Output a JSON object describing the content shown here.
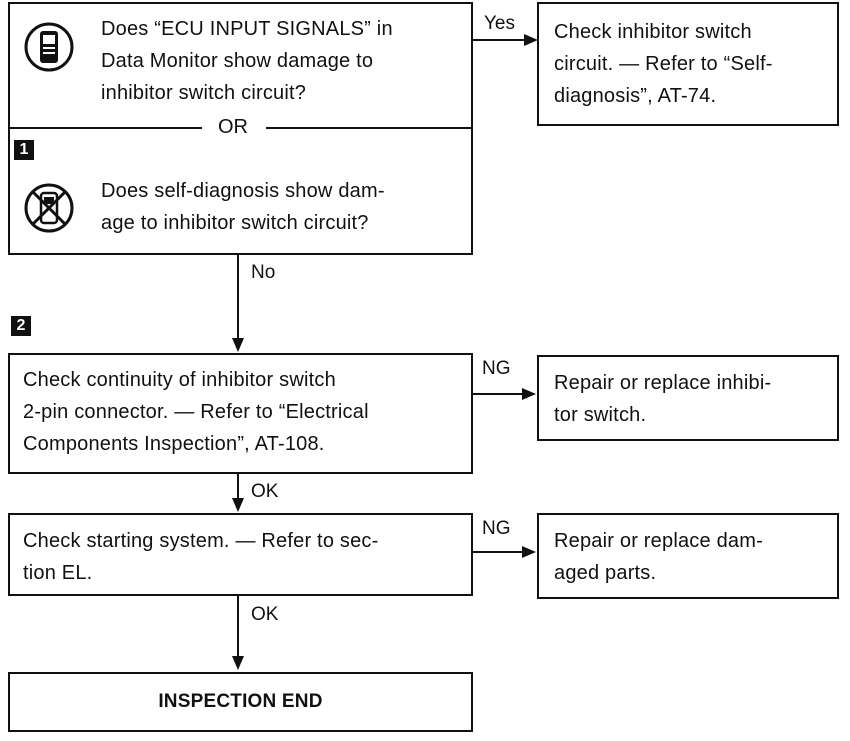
{
  "decision": {
    "q1_lines": [
      "Does “ECU INPUT SIGNALS” in",
      "Data Monitor show damage to",
      "inhibitor switch circuit?"
    ],
    "or_label": "OR",
    "step_badge": "1",
    "q2_lines": [
      "Does self-diagnosis show dam-",
      "age to inhibitor switch circuit?"
    ],
    "yes_label": "Yes",
    "no_label": "No",
    "icon_consult": "consult-tester-icon",
    "icon_no_tool": "no-tool-icon"
  },
  "yes_result": {
    "lines": [
      "Check inhibitor switch",
      "circuit. — Refer to “Self-",
      "diagnosis”, AT-74."
    ]
  },
  "step2": {
    "badge": "2",
    "lines": [
      "Check continuity of inhibitor switch",
      "2-pin connector. — Refer to “Electrical",
      "Components Inspection”, AT-108."
    ],
    "ng_label": "NG",
    "ok_label": "OK"
  },
  "step2_ng": {
    "lines": [
      "Repair or replace inhibi-",
      "tor switch."
    ]
  },
  "step3": {
    "lines": [
      "Check starting system. — Refer to sec-",
      "tion EL."
    ],
    "ng_label": "NG",
    "ok_label": "OK"
  },
  "step3_ng": {
    "lines": [
      "Repair or replace dam-",
      "aged parts."
    ]
  },
  "end": {
    "label": "INSPECTION END"
  }
}
